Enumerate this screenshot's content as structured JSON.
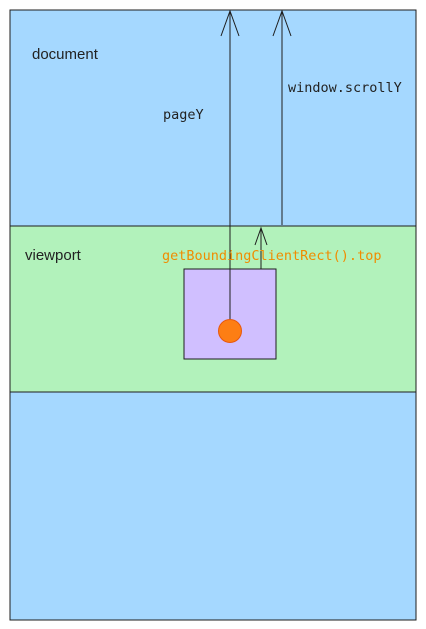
{
  "labels": {
    "document": "document",
    "viewport": "viewport",
    "pageY": "pageY",
    "scrollY": "window.scrollY",
    "rect_top": "getBoundingClientRect().top"
  },
  "colors": {
    "document_fill": "#a5d8ff",
    "viewport_fill": "#b2f2bb",
    "element_fill": "#d0bfff",
    "point_fill": "#fd7e14",
    "point_stroke": "#e8590c",
    "stroke": "#1e1e1e",
    "highlight_text": "#f08c00"
  }
}
